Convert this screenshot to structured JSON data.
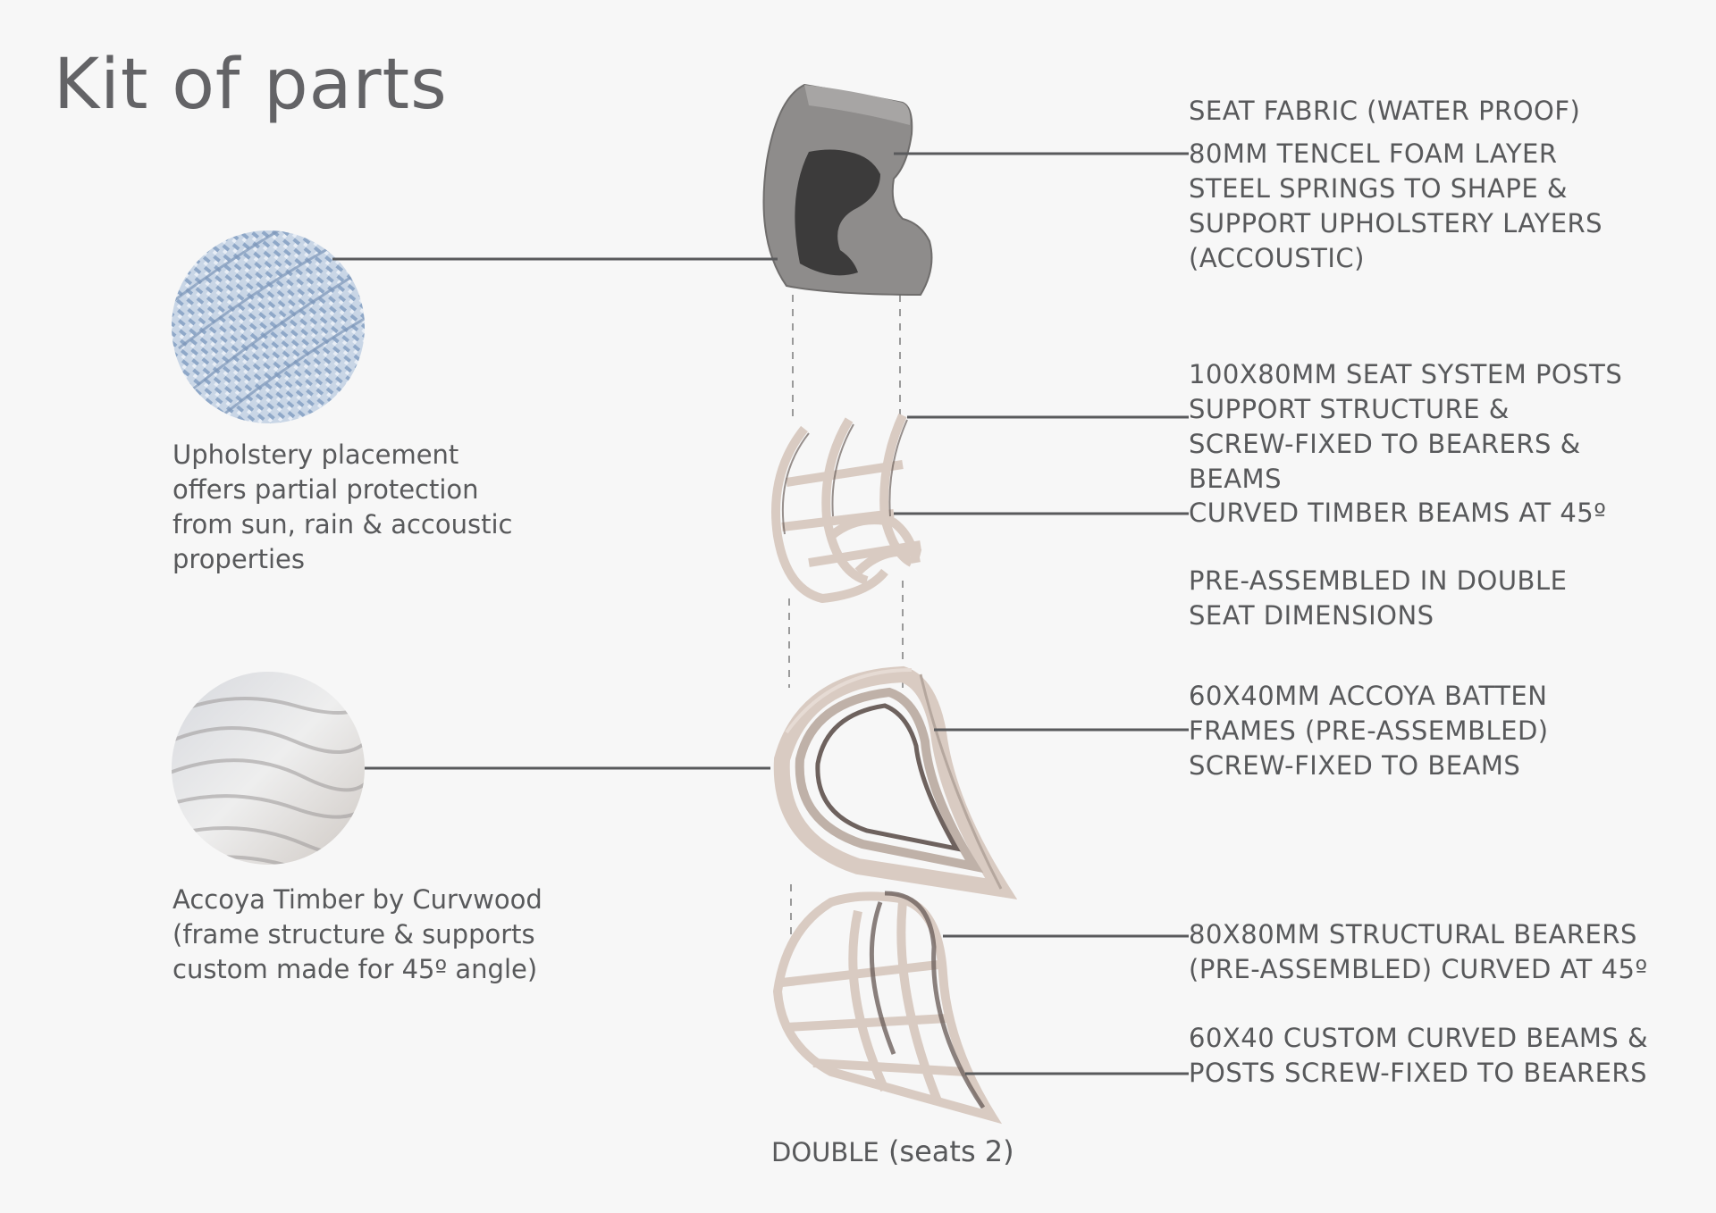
{
  "title": "Kit of parts",
  "left_captions": {
    "upholstery": "Upholstery placement\noffers partial protection\nfrom sun, rain & accoustic\nproperties",
    "timber": "Accoya Timber by Curvwood\n(frame structure & supports\ncustom made for 45º angle)"
  },
  "specs": {
    "seat_fabric": "SEAT FABRIC (WATER PROOF)",
    "foam": "80MM TENCEL FOAM LAYER\nSTEEL SPRINGS TO SHAPE &\nSUPPORT UPHOLSTERY LAYERS\n(ACCOUSTIC)",
    "posts": "100X80MM SEAT SYSTEM POSTS\nSUPPORT STRUCTURE &\nSCREW-FIXED TO BEARERS &\nBEAMS",
    "curved_beams": "CURVED TIMBER BEAMS AT 45º",
    "preassembled": "PRE-ASSEMBLED IN DOUBLE\nSEAT DIMENSIONS",
    "batten": "60X40MM ACCOYA BATTEN\nFRAMES (PRE-ASSEMBLED)\nSCREW-FIXED TO BEAMS",
    "bearers": "80X80MM STRUCTURAL BEARERS\n(PRE-ASSEMBLED) CURVED AT 45º",
    "custom_beams": "60X40 CUSTOM CURVED BEAMS &\nPOSTS SCREW-FIXED TO BEARERS"
  },
  "footer": {
    "label": "DOUBLE",
    "seats": "(seats 2)"
  },
  "colors": {
    "text": "#58595b",
    "title": "#636366",
    "timber": "#d9cbc2",
    "timber_dark": "#6e625e",
    "fabric": "#8e8c8b",
    "fabric_dark": "#3c3b3b",
    "swatch_blue": "#a9bfd8"
  },
  "icons": {
    "upholstery_swatch": "woven-fabric-swatch",
    "timber_swatch": "wood-grain-swatch"
  }
}
